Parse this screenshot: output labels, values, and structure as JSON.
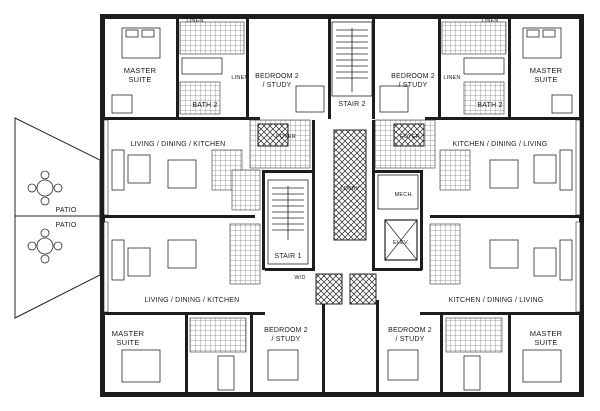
{
  "plan": {
    "labels": {
      "master_suite_tl": "MASTER\nSUITE",
      "master_suite_tr": "MASTER\nSUITE",
      "master_suite_bl": "MASTER\nSUITE",
      "master_suite_br": "MASTER\nSUITE",
      "bedroom2_tl": "BEDROOM 2\n/ STUDY",
      "bedroom2_tr": "BEDROOM 2\n/ STUDY",
      "bedroom2_bl": "BEDROOM 2\n/ STUDY",
      "bedroom2_br": "BEDROOM 2\n/ STUDY",
      "bath2_l": "BATH 2",
      "bath2_r": "BATH 2",
      "stair2": "STAIR 2",
      "stair1": "STAIR 1",
      "foyer_l": "FOYER",
      "foyer_r": "FOYER",
      "lobby": "LOBBY",
      "mech": "MECH.",
      "elev": "ELEV.",
      "ldk_tl": "LIVING / DINING / KITCHEN",
      "kdl_tr": "KITCHEN / DINING / LIVING",
      "ldk_bl": "LIVING / DINING / KITCHEN",
      "kdl_br": "KITCHEN / DINING / LIVING",
      "patio_top": "PATIO",
      "patio_bot": "PATIO",
      "linen_tl": "LINEN",
      "linen_tr": "LINEN",
      "linen_ml": "LINEN",
      "linen_mr": "LINEN",
      "wd": "W/D"
    }
  }
}
